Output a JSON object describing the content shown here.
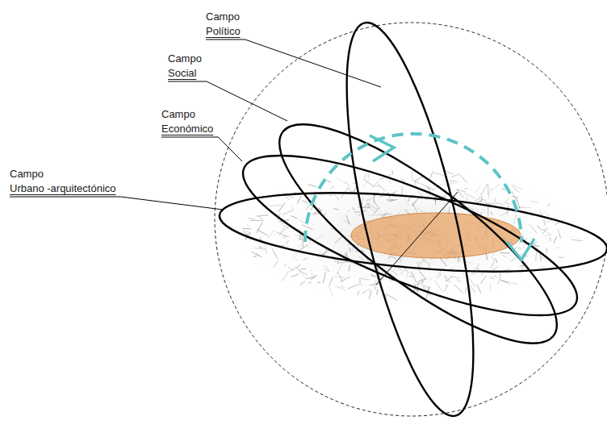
{
  "diagram": {
    "labels": [
      "Campo Político",
      "Campo Social",
      "Campo Económico",
      "Campo Urbano -arquitectónico"
    ]
  }
}
